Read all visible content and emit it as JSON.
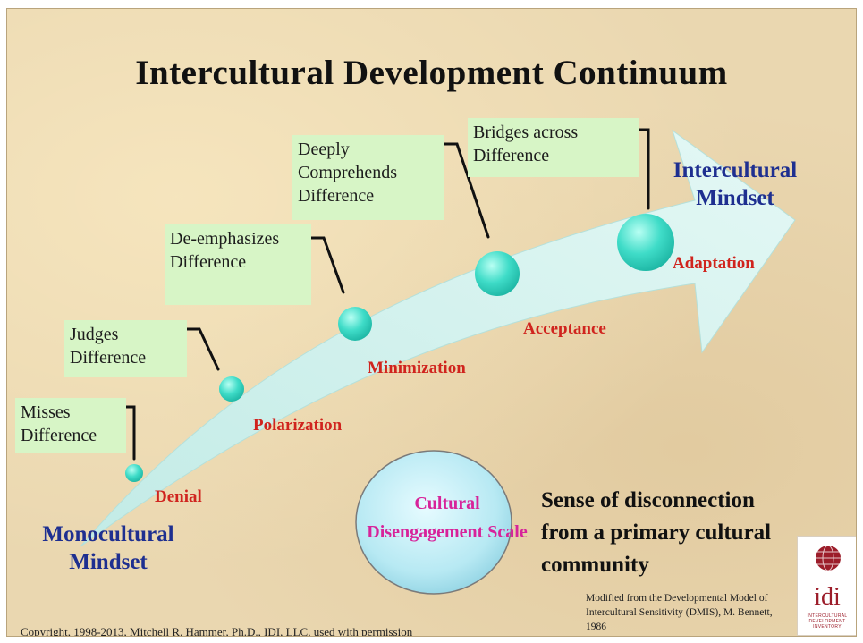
{
  "title": "Intercultural Development Continuum",
  "descriptors": [
    {
      "text": "Misses Difference"
    },
    {
      "text": "Judges Difference"
    },
    {
      "text": "De-emphasizes Difference"
    },
    {
      "text": "Deeply Comprehends Difference"
    },
    {
      "text": "Bridges across Difference"
    }
  ],
  "stages": [
    "Denial",
    "Polarization",
    "Minimization",
    "Acceptance",
    "Adaptation"
  ],
  "mindsets": {
    "monocultural": "Monocultural Mindset",
    "intercultural": "Intercultural Mindset"
  },
  "disengagement": {
    "label": "Cultural Disengagement Scale",
    "description": "Sense of disconnection from a primary cultural community"
  },
  "copyright": "Copyright, 1998-2013, Mitchell R. Hammer, Ph.D., IDI, LLC, used with permission",
  "modified_note": "Modified from the Developmental Model of Intercultural Sensitivity (DMIS), M. Bennett, 1986",
  "logo": {
    "text": "idi",
    "subtitle": "INTERCULTURAL DEVELOPMENT INVENTORY"
  },
  "colors": {
    "background": "#ead7b0",
    "arrow": "#d4f2ee",
    "stage_text": "#d0241e",
    "mindset_text": "#1e2f90",
    "descriptor_box": "#d7f5c6",
    "scale_text": "#d7239a",
    "bubble": "#3fdcc8"
  }
}
